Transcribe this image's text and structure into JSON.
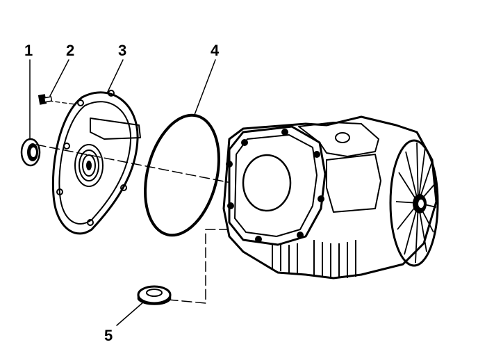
{
  "callouts": [
    {
      "id": "1",
      "text": "1"
    },
    {
      "id": "2",
      "text": "2"
    },
    {
      "id": "3",
      "text": "3"
    },
    {
      "id": "4",
      "text": "4"
    },
    {
      "id": "5",
      "text": "5"
    }
  ],
  "colors": {
    "ink": "#000000",
    "paper": "#ffffff"
  }
}
